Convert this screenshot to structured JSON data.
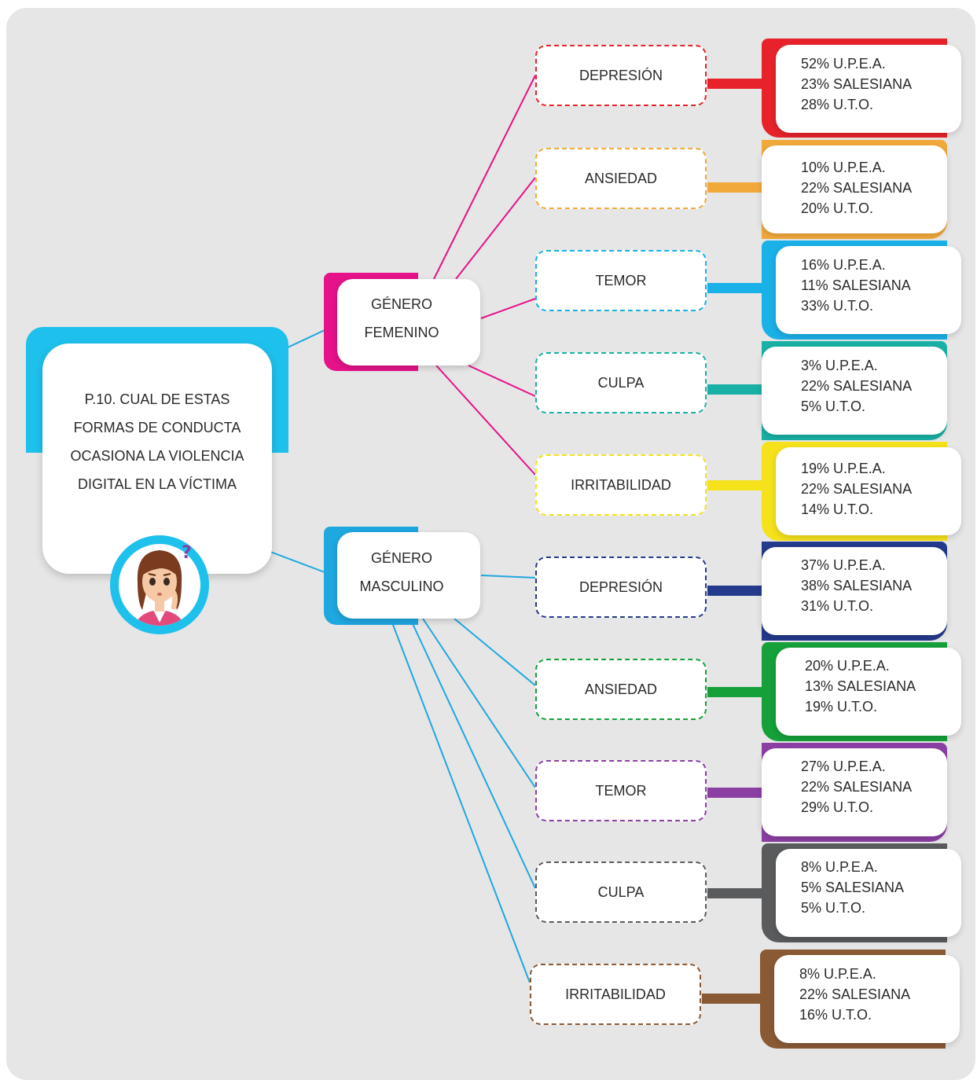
{
  "question": {
    "line1": "P.10. CUAL DE ESTAS",
    "line2": "FORMAS DE CONDUCTA",
    "line3": "OCASIONA LA VIOLENCIA",
    "line4": "DIGITAL EN LA VÍCTIMA"
  },
  "colors": {
    "panel": "#e6e6e6",
    "question_accent": "#1ec0ec",
    "link_femenino": "#e6128a",
    "link_masculino": "#1fa7e0"
  },
  "femenino": {
    "line1": "GÉNERO",
    "line2": "FEMENINO",
    "color": "#e6128a",
    "items": [
      {
        "label": "DEPRESIÓN",
        "color": "#e8222a",
        "stats": [
          "52% U.P.E.A.",
          "23% SALESIANA",
          "28% U.T.O."
        ]
      },
      {
        "label": "ANSIEDAD",
        "color": "#f2a93b",
        "stats": [
          "10% U.P.E.A.",
          "22% SALESIANA",
          "20% U.T.O."
        ]
      },
      {
        "label": "TEMOR",
        "color": "#1ab0e8",
        "stats": [
          "16% U.P.E.A.",
          "11% SALESIANA",
          "33% U.T.O."
        ]
      },
      {
        "label": "CULPA",
        "color": "#19b1a5",
        "stats": [
          "3% U.P.E.A.",
          "22% SALESIANA",
          "5% U.T.O."
        ]
      },
      {
        "label": "IRRITABILIDAD",
        "color": "#f5e21b",
        "stats": [
          "19% U.P.E.A.",
          "22% SALESIANA",
          "14% U.T.O."
        ]
      }
    ]
  },
  "masculino": {
    "line1": "GÉNERO",
    "line2": "MASCULINO",
    "color": "#1fa7e0",
    "items": [
      {
        "label": "DEPRESIÓN",
        "color": "#243a8c",
        "stats": [
          "37% U.P.E.A.",
          "38% SALESIANA",
          "31% U.T.O."
        ]
      },
      {
        "label": "ANSIEDAD",
        "color": "#15a03a",
        "stats": [
          "20% U.P.E.A.",
          "13% SALESIANA",
          "19% U.T.O."
        ]
      },
      {
        "label": "TEMOR",
        "color": "#8b3fa3",
        "stats": [
          "27% U.P.E.A.",
          "22% SALESIANA",
          "29% U.T.O."
        ]
      },
      {
        "label": "CULPA",
        "color": "#595b5d",
        "stats": [
          "8% U.P.E.A.",
          "5% SALESIANA",
          "5% U.T.O."
        ]
      },
      {
        "label": "IRRITABILIDAD",
        "color": "#8a5a35",
        "stats": [
          "8% U.P.E.A.",
          "22% SALESIANA",
          "16% U.T.O."
        ]
      }
    ]
  }
}
